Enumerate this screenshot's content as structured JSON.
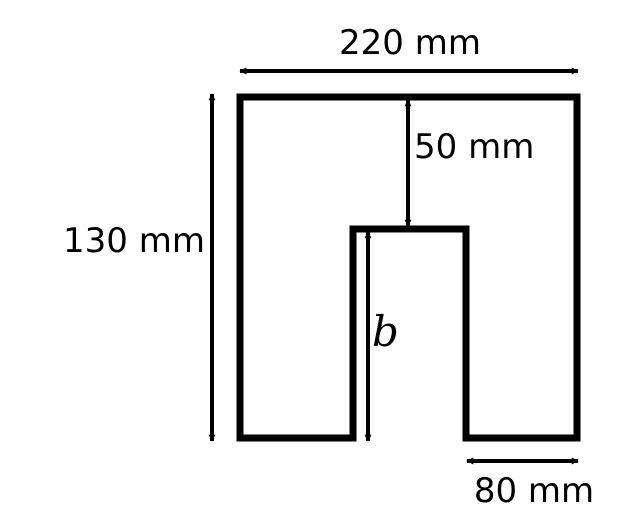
{
  "diagram": {
    "type": "dimensioned-shape",
    "shape": "U-shaped (inverted U) cross-section with rectangular notch cut from bottom center",
    "stroke_color": "#000000",
    "background_color": "#ffffff",
    "dimensions": {
      "total_width": "220 mm",
      "total_height": "130 mm",
      "top_thickness": "50 mm",
      "notch_height": "b",
      "leg_width": "80 mm"
    }
  }
}
